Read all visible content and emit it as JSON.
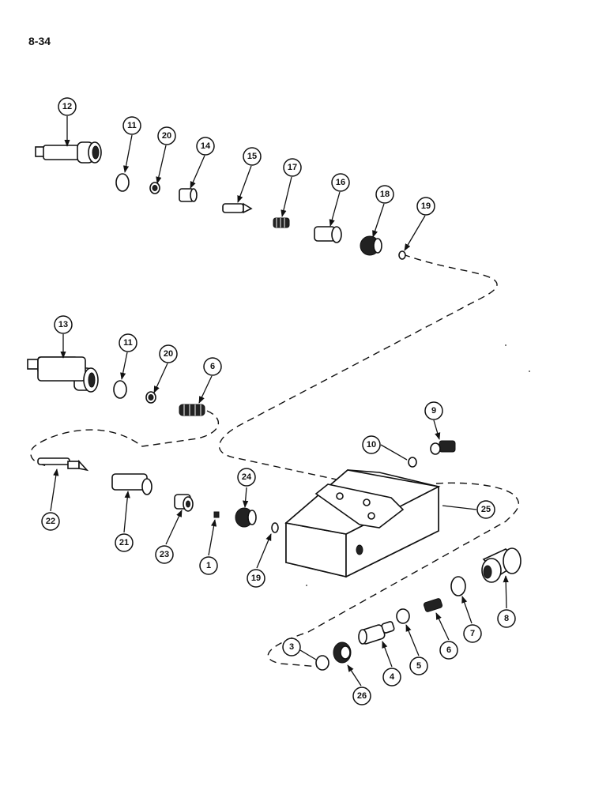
{
  "page_number": "8-34",
  "callouts": [
    "12",
    "11",
    "20",
    "14",
    "15",
    "17",
    "16",
    "18",
    "19",
    "13",
    "11",
    "20",
    "6",
    "9",
    "10",
    "22",
    "21",
    "23",
    "1",
    "24",
    "19",
    "25",
    "8",
    "7",
    "6",
    "5",
    "4",
    "3",
    "26"
  ]
}
